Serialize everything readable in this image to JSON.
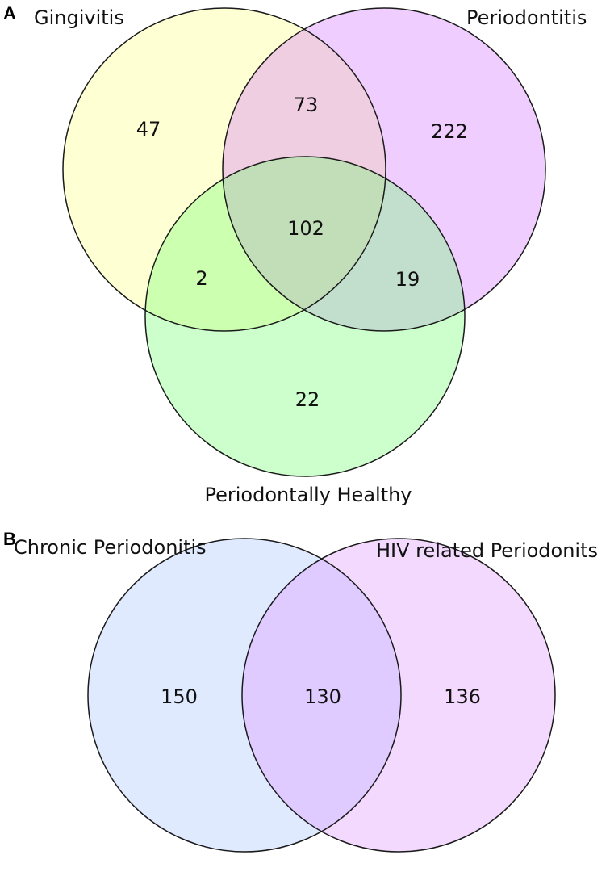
{
  "panels": [
    {
      "letter": "A",
      "sets": [
        {
          "name": "Gingivitis",
          "color": "#ffff99"
        },
        {
          "name": "Periodontitis",
          "color": "#cc66ff"
        },
        {
          "name": "Periodontally Healthy",
          "color": "#66ff66"
        }
      ],
      "regions": {
        "gingivitis_only": "47",
        "gingivitis_periodontitis": "73",
        "periodontitis_only": "222",
        "all_three": "102",
        "gingivitis_healthy": "2",
        "periodontitis_healthy": "19",
        "healthy_only": "22"
      }
    },
    {
      "letter": "B",
      "sets": [
        {
          "name": "Chronic Periodonitis",
          "color": "#99bbff"
        },
        {
          "name": "HIV related Periodonits",
          "color": "#dd88ff"
        }
      ],
      "regions": {
        "chronic_only": "150",
        "both": "130",
        "hiv_only": "136"
      }
    }
  ]
}
